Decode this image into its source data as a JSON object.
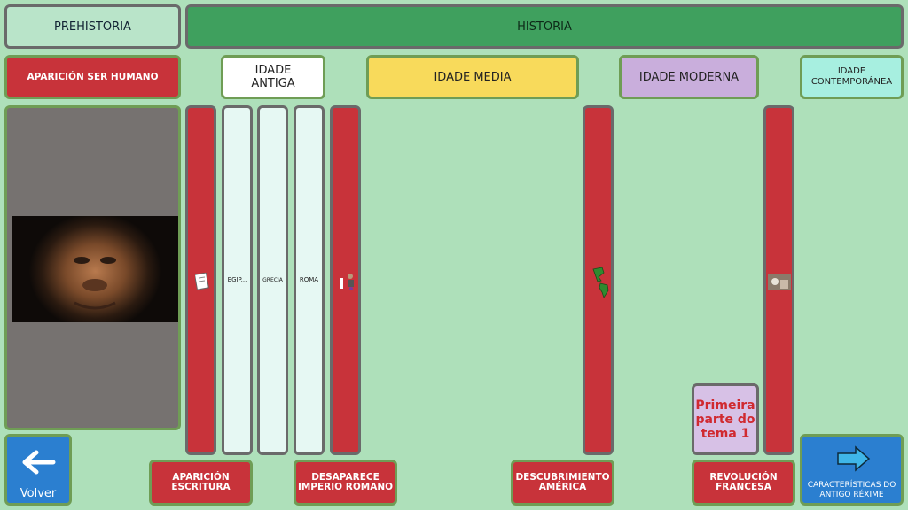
{
  "header": {
    "prehistoria": "PREHISTORIA",
    "historia": "HISTORIA"
  },
  "eras": {
    "aparicion": "APARICIÓN SER HUMANO",
    "antiga": "IDADE ANTIGA",
    "media": "IDADE MEDIA",
    "moderna": "IDADE MODERNA",
    "contemporanea": "IDADE CONTEMPORÁNEA"
  },
  "columns": {
    "egipto": "EGIP...",
    "grecia": "GRECIA",
    "roma": "ROMA"
  },
  "events": {
    "escritura": "APARICIÓN ESCRITURA",
    "imperio": "DESAPARECE IMPERIO ROMANO",
    "america": "DESCUBRIMIENTO AMÉRICA",
    "revolucion": "REVOLUCIÓN FRANCESA"
  },
  "note": "Primeira parte do tema 1",
  "nav": {
    "back": "Volver",
    "next": "CARACTERÍSTICAS DO ANTIGO RÉXIME"
  },
  "colors": {
    "background": "#aee0ba",
    "historia": "#3fa05e",
    "red": "#c8333a",
    "media": "#f8da5b",
    "moderna": "#c9aedc",
    "contemporanea": "#a7efe0",
    "nav_button": "#2b7fd0"
  }
}
